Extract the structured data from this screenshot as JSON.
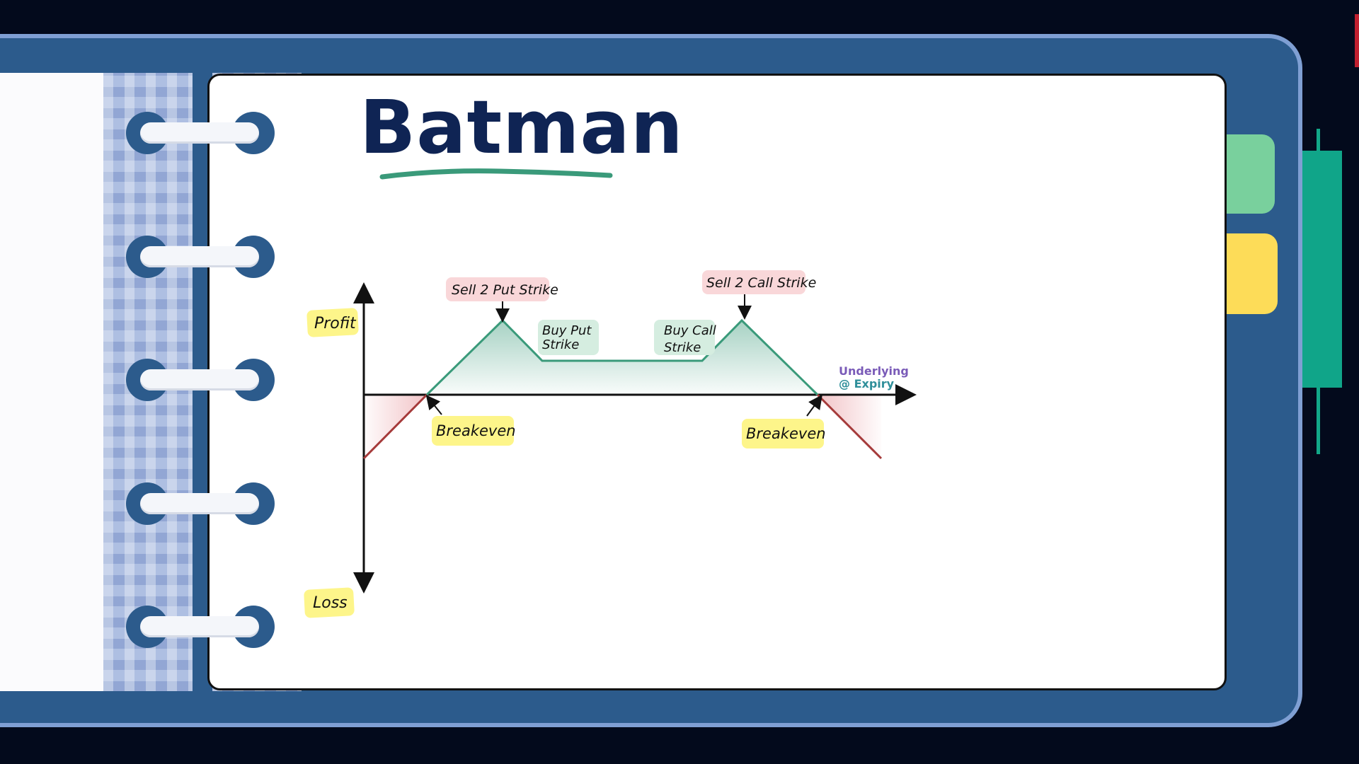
{
  "title": "Batman",
  "colors": {
    "background": "#030a1c",
    "binder": "#2c5b8c",
    "binder_border": "#7f9fd3",
    "title": "#0f2454",
    "profit_line": "#3a9a7a",
    "loss_line": "#a53a3a",
    "sticky_yellow": "#fdf58a",
    "sticky_pink": "#f9d7d9",
    "sticky_green": "#d5ede0",
    "underlying_purple": "#7a5bb8",
    "underlying_teal": "#2f8f9a"
  },
  "diagram": {
    "y_axis": {
      "top_label": "Profit",
      "bottom_label": "Loss"
    },
    "x_axis": {
      "label_line1": "Underlying",
      "label_line2": "@ Expiry"
    },
    "annotations": {
      "sell_put": "Sell 2 Put Strike",
      "sell_call": "Sell 2 Call Strike",
      "buy_put_l1": "Buy Put",
      "buy_put_l2": "Strike",
      "buy_call_l1": "Buy Call",
      "buy_call_l2": "Strike",
      "breakeven_left": "Breakeven",
      "breakeven_right": "Breakeven"
    }
  }
}
